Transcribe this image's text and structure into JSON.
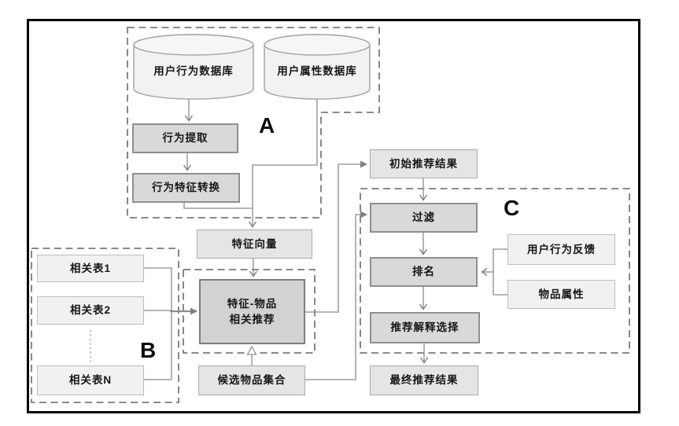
{
  "regions": {
    "a": "A",
    "b": "B",
    "c": "C"
  },
  "nodes": {
    "db_behavior": "用户行为数据库",
    "db_attribute": "用户属性数据库",
    "behavior_extract": "行为提取",
    "behavior_feature_transform": "行为特征转换",
    "feature_vector": "特征向量",
    "rel_table_1": "相关表1",
    "rel_table_2": "相关表2",
    "rel_table_n": "相关表N",
    "feature_item_rec": "特征-物品\n相关推荐",
    "candidate_items": "候选物品集合",
    "initial_results": "初始推荐结果",
    "filter": "过滤",
    "ranking": "排名",
    "explanation_select": "推荐解释选择",
    "final_results": "最终推荐结果",
    "user_feedback": "用户行为反馈",
    "item_attributes": "物品属性"
  },
  "edges": [
    {
      "from": "db_behavior",
      "to": "behavior_extract"
    },
    {
      "from": "behavior_extract",
      "to": "behavior_feature_transform"
    },
    {
      "from": "behavior_feature_transform",
      "to": "feature_vector"
    },
    {
      "from": "db_attribute",
      "to": "feature_vector"
    },
    {
      "from": "feature_vector",
      "to": "feature_item_rec"
    },
    {
      "from": "rel_table_1",
      "to": "feature_item_rec"
    },
    {
      "from": "rel_table_2",
      "to": "feature_item_rec"
    },
    {
      "from": "rel_table_n",
      "to": "feature_item_rec"
    },
    {
      "from": "candidate_items",
      "to": "feature_item_rec"
    },
    {
      "from": "feature_item_rec",
      "to": "initial_results"
    },
    {
      "from": "candidate_items",
      "to": "filter"
    },
    {
      "from": "initial_results",
      "to": "filter"
    },
    {
      "from": "filter",
      "to": "ranking"
    },
    {
      "from": "user_feedback",
      "to": "ranking"
    },
    {
      "from": "item_attributes",
      "to": "ranking"
    },
    {
      "from": "ranking",
      "to": "explanation_select"
    },
    {
      "from": "explanation_select",
      "to": "final_results"
    }
  ],
  "colors": {
    "box_light": "#f1f1f1",
    "box_mid": "#e5e5e5",
    "box_dark": "#d9d9d9",
    "box_darkest": "#d2d2d2",
    "line": "#8c8c8c",
    "dashed_border": "#7a7a7a",
    "frame": "#000000"
  }
}
